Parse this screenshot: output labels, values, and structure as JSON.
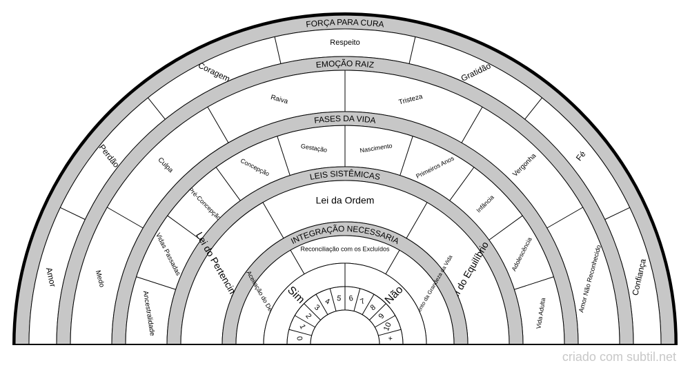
{
  "rings": [
    {
      "title": "FORÇA PARA CURA",
      "sectors": [
        "Amor",
        "Perdão",
        "Coragem",
        "Respeito",
        "Gratidão",
        "Fé",
        "Confiança"
      ]
    },
    {
      "title": "EMOÇÃO RAIZ",
      "sectors": [
        "Medo",
        "Culpa",
        "Raiva",
        "Tristeza",
        "Vergonha",
        "Amor Não Reconhecido"
      ]
    },
    {
      "title": "FASES DA VIDA",
      "sectors": [
        "Ancestralidade",
        "Vidas Passadas",
        "Pré-Concepção",
        "Concepção",
        "Gestação",
        "Nascimento",
        "Primeiros Anos",
        "Infância",
        "Adolescência",
        "Vida Adulta"
      ]
    },
    {
      "title": "LEIS SISTÊMICAS",
      "sectors": [
        "Lei do Pertencimento",
        "Lei da Ordem",
        "Lei do Equilíbrio"
      ]
    },
    {
      "title": "INTEGRAÇÃO NECESSARIA",
      "sectors": [
        "Aceitação do Destino",
        "Reconciliação com os Excluídos",
        "Reconhecimento da Grandeza da Vida"
      ]
    }
  ],
  "answers": {
    "yes": "Sim",
    "no": "Não"
  },
  "scale": [
    "0",
    "1",
    "2",
    "3",
    "4",
    "5",
    "6",
    "7",
    "8",
    "9",
    "10",
    "+"
  ],
  "credit": "criado com subtil.net"
}
